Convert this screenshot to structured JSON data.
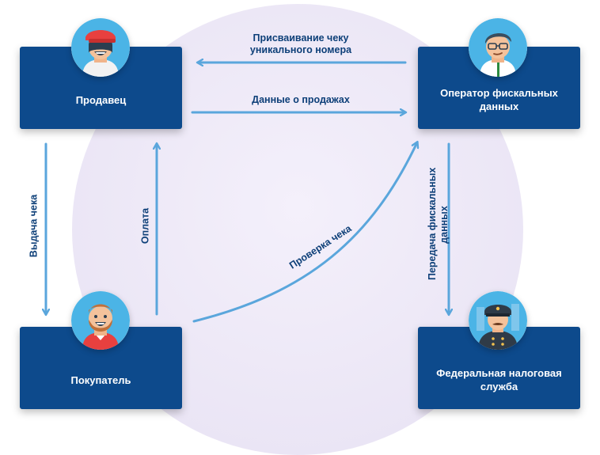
{
  "nodes": {
    "seller": "Продавец",
    "operator_line1": "Оператор фискальных",
    "operator_line2": "данных",
    "buyer": "Покупатель",
    "tax_line1": "Федеральная налоговая",
    "tax_line2": "служба"
  },
  "edges": {
    "assign_line1": "Присваивание чеку",
    "assign_line2": "уникального номера",
    "sales_data": "Данные о продажах",
    "issue_receipt": "Выдача чека",
    "payment": "Оплата",
    "check_receipt": "Проверка чека",
    "transfer_line1": "Передача фискальных",
    "transfer_line2": "данных"
  },
  "colors": {
    "box": "#0d4a8c",
    "arrow": "#5aa6dc",
    "label": "#0d3f78",
    "avatar_bg": "#4bb4e6"
  },
  "icons": {
    "seller": "seller-avatar-icon",
    "operator": "operator-avatar-icon",
    "buyer": "buyer-avatar-icon",
    "tax": "tax-officer-avatar-icon"
  }
}
